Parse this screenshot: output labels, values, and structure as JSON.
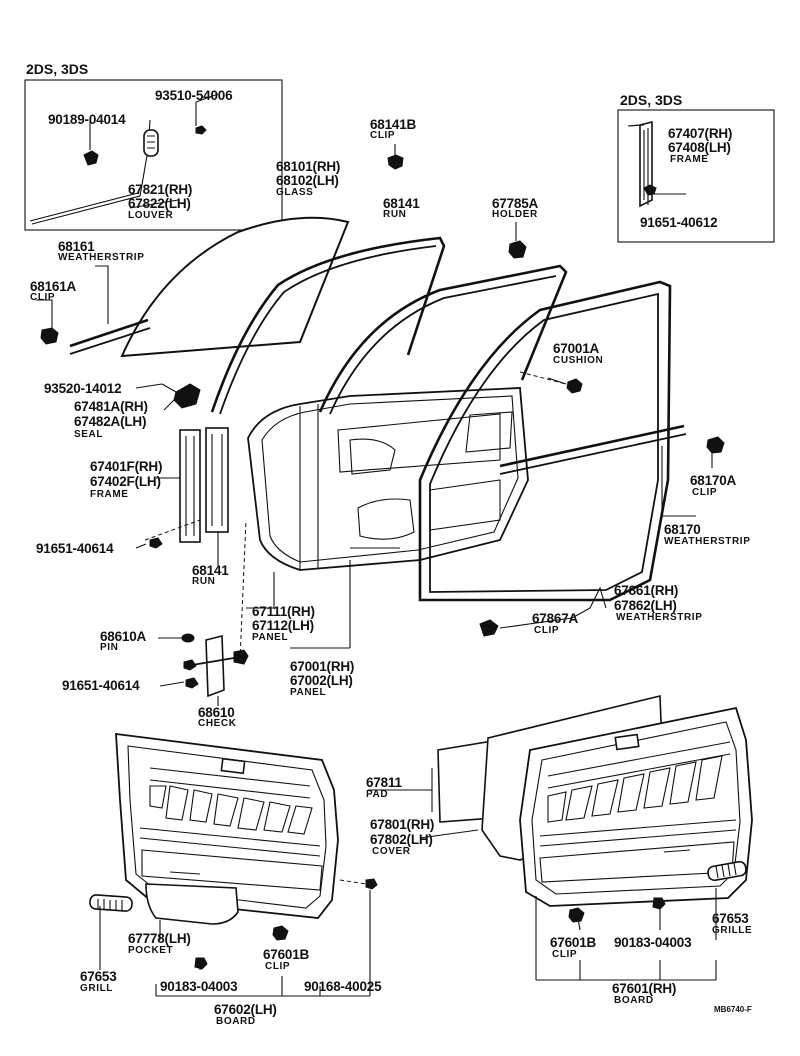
{
  "variants": {
    "left_box": "2DS, 3DS",
    "right_box": "2DS, 3DS"
  },
  "parts": {
    "p93510": {
      "num": "93510-54006"
    },
    "p90189": {
      "num": "90189-04014"
    },
    "p67821": {
      "num_rh": "67821(RH)",
      "num_lh": "67822(LH)",
      "name": "LOUVER"
    },
    "p68141b": {
      "num": "68141B",
      "name": "CLIP"
    },
    "p68101": {
      "num_rh": "68101(RH)",
      "num_lh": "68102(LH)",
      "name": "GLASS"
    },
    "p68141": {
      "num": "68141",
      "name": "RUN"
    },
    "p67785a": {
      "num": "67785A",
      "name": "HOLDER"
    },
    "p67407": {
      "num_rh": "67407(RH)",
      "num_lh": "67408(LH)",
      "name": "FRAME"
    },
    "p91651_40612": {
      "num": "91651-40612"
    },
    "p68161": {
      "num": "68161",
      "name": "WEATHERSTRIP"
    },
    "p68161a": {
      "num": "68161A",
      "name": "CLIP"
    },
    "p67001a": {
      "num": "67001A",
      "name": "CUSHION"
    },
    "p93520": {
      "num": "93520-14012"
    },
    "p67481a": {
      "num_rh": "67481A(RH)",
      "num_lh": "67482A(LH)",
      "name": "SEAL"
    },
    "p67401f": {
      "num_rh": "67401F(RH)",
      "num_lh": "67402F(LH)",
      "name": "FRAME"
    },
    "p68170a": {
      "num": "68170A",
      "name": "CLIP"
    },
    "p68170": {
      "num": "68170",
      "name": "WEATHERSTRIP"
    },
    "p91651_40614_a": {
      "num": "91651-40614"
    },
    "p68141_run": {
      "num": "68141",
      "name": "RUN"
    },
    "p67111": {
      "num_rh": "67111(RH)",
      "num_lh": "67112(LH)",
      "name": "PANEL"
    },
    "p67861": {
      "num_rh": "67861(RH)",
      "num_lh": "67862(LH)",
      "name": "WEATHERSTRIP"
    },
    "p67867a": {
      "num": "67867A",
      "name": "CLIP"
    },
    "p68610a": {
      "num": "68610A",
      "name": "PIN"
    },
    "p67001": {
      "num_rh": "67001(RH)",
      "num_lh": "67002(LH)",
      "name": "PANEL"
    },
    "p91651_40614_b": {
      "num": "91651-40614"
    },
    "p68610": {
      "num": "68610",
      "name": "CHECK"
    },
    "p67811": {
      "num": "67811",
      "name": "PAD"
    },
    "p67801": {
      "num_rh": "67801(RH)",
      "num_lh": "67802(LH)",
      "name": "COVER"
    },
    "p67653_r": {
      "num": "67653",
      "name": "GRILLE"
    },
    "p67601b_r": {
      "num": "67601B",
      "name": "CLIP"
    },
    "p90183_r": {
      "num": "90183-04003"
    },
    "p67601": {
      "num": "67601(RH)",
      "name": "BOARD"
    },
    "p67778": {
      "num": "67778(LH)",
      "name": "POCKET"
    },
    "p67601b_l": {
      "num": "67601B",
      "name": "CLIP"
    },
    "p67653_l": {
      "num": "67653",
      "name": "GRILL"
    },
    "p90183_l": {
      "num": "90183-04003"
    },
    "p90168": {
      "num": "90168-40025"
    },
    "p67602": {
      "num": "67602(LH)",
      "name": "BOARD"
    }
  },
  "drawing_code": "MB6740-F"
}
